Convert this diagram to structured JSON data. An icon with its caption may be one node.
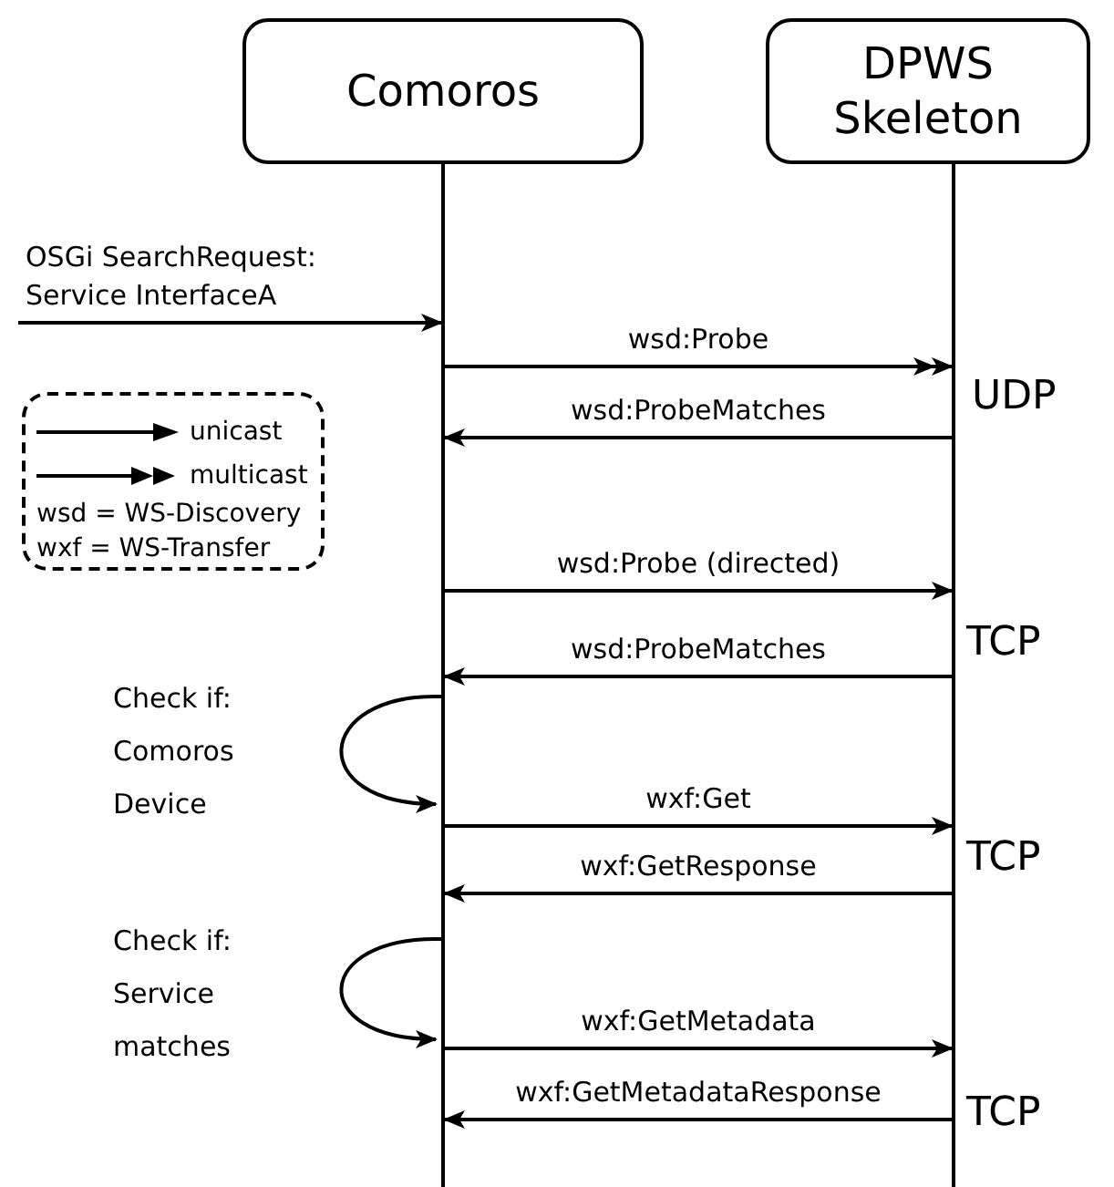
{
  "diagram": {
    "nodes": [
      {
        "text": [
          "Comoros"
        ]
      },
      {
        "text": [
          "DPWS Skeleton"
        ]
      },
      {
        "text": [],
        "shape": "bar"
      },
      {
        "text": [],
        "shape": "bar"
      }
    ],
    "edges": [
      {
        "from": null,
        "to": 2,
        "arrow": "to",
        "label": "OSGi SearchRequest: Service InterfaceA"
      },
      {
        "from": 2,
        "to": 3,
        "arrow": "to",
        "label": "wsd:Probe"
      },
      {
        "from": 3,
        "to": 2,
        "arrow": "to",
        "label": "wsd:ProbeMatches"
      },
      {
        "from": 2,
        "to": 3,
        "arrow": "to",
        "label": "wsd:Probe (directed)"
      },
      {
        "from": 3,
        "to": 2,
        "arrow": "to",
        "label": "wsd:ProbeMatches"
      },
      {
        "from": 2,
        "to": 2,
        "arrow": "to",
        "label": "Check if: Comoros Device"
      },
      {
        "from": 2,
        "to": 3,
        "arrow": "to",
        "label": "wxf:Get"
      },
      {
        "from": 3,
        "to": 2,
        "arrow": "to",
        "label": "wxf:GetResponse"
      },
      {
        "from": 2,
        "to": 2,
        "arrow": "to",
        "label": "Check if: Service matches"
      },
      {
        "from": 2,
        "to": 3,
        "arrow": "to",
        "label": "wxf:GetMetadata"
      },
      {
        "from": 3,
        "to": 2,
        "arrow": "to",
        "label": "wxf:GetMetadataResponse"
      }
    ],
    "labels": [
      "UDP",
      "wsd = WS-Discovery",
      "wxf = WS-Transfer",
      "TCP",
      "TCP",
      "TCP"
    ],
    "legend": [
      {
        "text": "unicast"
      },
      {
        "text": "multicast"
      }
    ]
  }
}
